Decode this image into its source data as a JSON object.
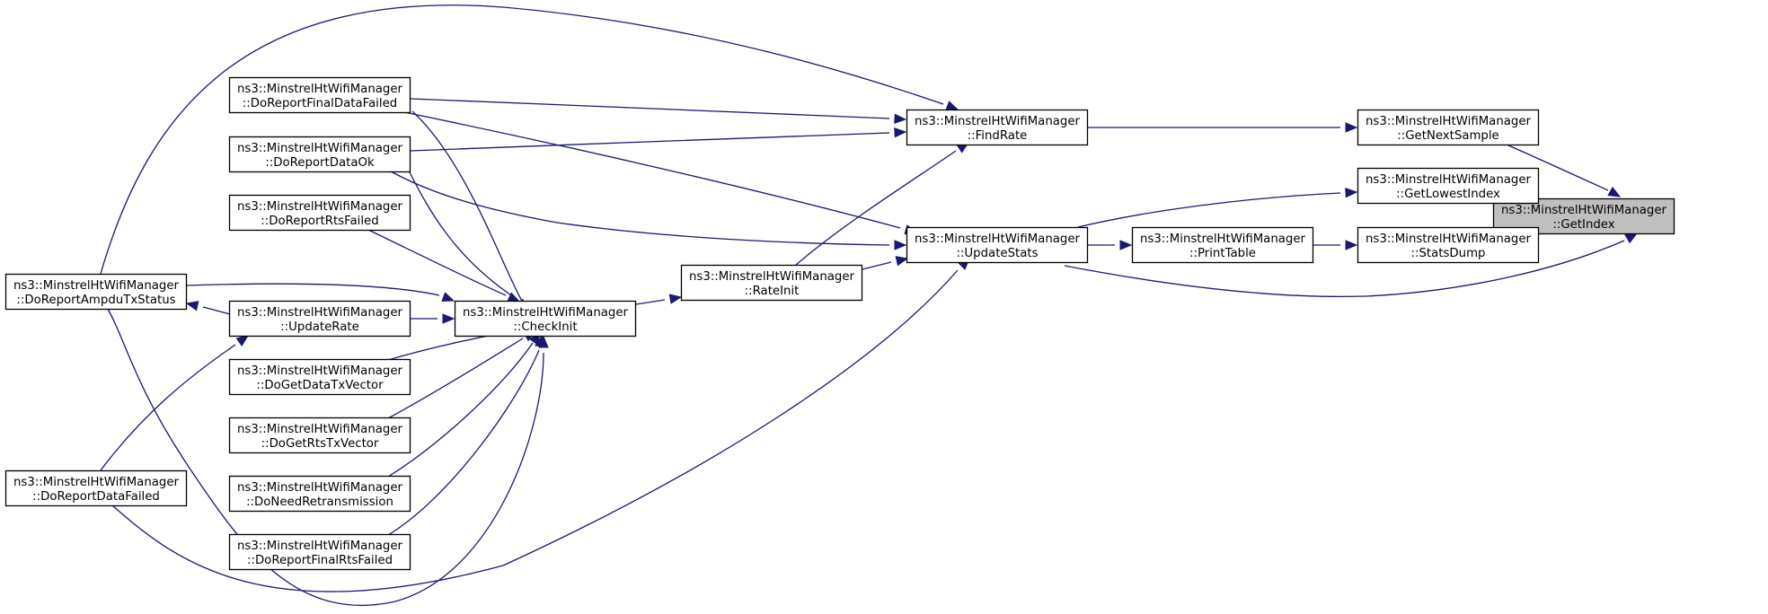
{
  "graph": {
    "title": "",
    "edge_color": "#191970",
    "root_fill": "#bfbfbf",
    "nodes": [
      {
        "id": "getindex",
        "line1": "ns3::MinstrelHtWifiManager",
        "line2": "::GetIndex",
        "highlighted": true
      },
      {
        "id": "getnextsample",
        "line1": "ns3::MinstrelHtWifiManager",
        "line2": "::GetNextSample"
      },
      {
        "id": "getlowestindex",
        "line1": "ns3::MinstrelHtWifiManager",
        "line2": "::GetLowestIndex"
      },
      {
        "id": "statsdump",
        "line1": "ns3::MinstrelHtWifiManager",
        "line2": "::StatsDump"
      },
      {
        "id": "findrate",
        "line1": "ns3::MinstrelHtWifiManager",
        "line2": "::FindRate"
      },
      {
        "id": "updatestats",
        "line1": "ns3::MinstrelHtWifiManager",
        "line2": "::UpdateStats"
      },
      {
        "id": "printtable",
        "line1": "ns3::MinstrelHtWifiManager",
        "line2": "::PrintTable"
      },
      {
        "id": "rateinit",
        "line1": "ns3::MinstrelHtWifiManager",
        "line2": "::RateInit"
      },
      {
        "id": "checkinit",
        "line1": "ns3::MinstrelHtWifiManager",
        "line2": "::CheckInit"
      },
      {
        "id": "doreportfinaldatafailed",
        "line1": "ns3::MinstrelHtWifiManager",
        "line2": "::DoReportFinalDataFailed"
      },
      {
        "id": "doreportdataok",
        "line1": "ns3::MinstrelHtWifiManager",
        "line2": "::DoReportDataOk"
      },
      {
        "id": "doreportrtsfailed",
        "line1": "ns3::MinstrelHtWifiManager",
        "line2": "::DoReportRtsFailed"
      },
      {
        "id": "updaterate",
        "line1": "ns3::MinstrelHtWifiManager",
        "line2": "::UpdateRate"
      },
      {
        "id": "dogetdatatxvector",
        "line1": "ns3::MinstrelHtWifiManager",
        "line2": "::DoGetDataTxVector"
      },
      {
        "id": "dogetrtstxvector",
        "line1": "ns3::MinstrelHtWifiManager",
        "line2": "::DoGetRtsTxVector"
      },
      {
        "id": "doneedretransmission",
        "line1": "ns3::MinstrelHtWifiManager",
        "line2": "::DoNeedRetransmission"
      },
      {
        "id": "doreportfinalrtsfailed",
        "line1": "ns3::MinstrelHtWifiManager",
        "line2": "::DoReportFinalRtsFailed"
      },
      {
        "id": "doreportampdutxstatus",
        "line1": "ns3::MinstrelHtWifiManager",
        "line2": "::DoReportAmpduTxStatus"
      },
      {
        "id": "doreportdatafailed",
        "line1": "ns3::MinstrelHtWifiManager",
        "line2": "::DoReportDataFailed"
      }
    ],
    "edges": [
      {
        "from": "getnextsample",
        "to": "getindex"
      },
      {
        "from": "getlowestindex",
        "to": "getindex"
      },
      {
        "from": "statsdump",
        "to": "getindex"
      },
      {
        "from": "updatestats",
        "to": "getindex"
      },
      {
        "from": "findrate",
        "to": "getnextsample"
      },
      {
        "from": "updatestats",
        "to": "getlowestindex"
      },
      {
        "from": "printtable",
        "to": "statsdump"
      },
      {
        "from": "updatestats",
        "to": "printtable"
      },
      {
        "from": "doreportfinaldatafailed",
        "to": "findrate"
      },
      {
        "from": "doreportdataok",
        "to": "findrate"
      },
      {
        "from": "doreportampdutxstatus",
        "to": "findrate"
      },
      {
        "from": "rateinit",
        "to": "findrate"
      },
      {
        "from": "doreportfinaldatafailed",
        "to": "updatestats"
      },
      {
        "from": "doreportdataok",
        "to": "updatestats"
      },
      {
        "from": "rateinit",
        "to": "updatestats"
      },
      {
        "from": "doreportdatafailed",
        "to": "updatestats"
      },
      {
        "from": "checkinit",
        "to": "rateinit"
      },
      {
        "from": "doreportfinaldatafailed",
        "to": "checkinit"
      },
      {
        "from": "doreportdataok",
        "to": "checkinit"
      },
      {
        "from": "doreportrtsfailed",
        "to": "checkinit"
      },
      {
        "from": "doreportampdutxstatus",
        "to": "checkinit"
      },
      {
        "from": "updaterate",
        "to": "checkinit"
      },
      {
        "from": "dogetdatatxvector",
        "to": "checkinit"
      },
      {
        "from": "dogetrtstxvector",
        "to": "checkinit"
      },
      {
        "from": "doneedretransmission",
        "to": "checkinit"
      },
      {
        "from": "doreportfinalrtsfailed",
        "to": "checkinit"
      },
      {
        "from": "doreportdatafailed",
        "to": "checkinit"
      },
      {
        "from": "updaterate",
        "to": "doreportampdutxstatus"
      },
      {
        "from": "doreportdatafailed",
        "to": "updaterate"
      }
    ]
  }
}
